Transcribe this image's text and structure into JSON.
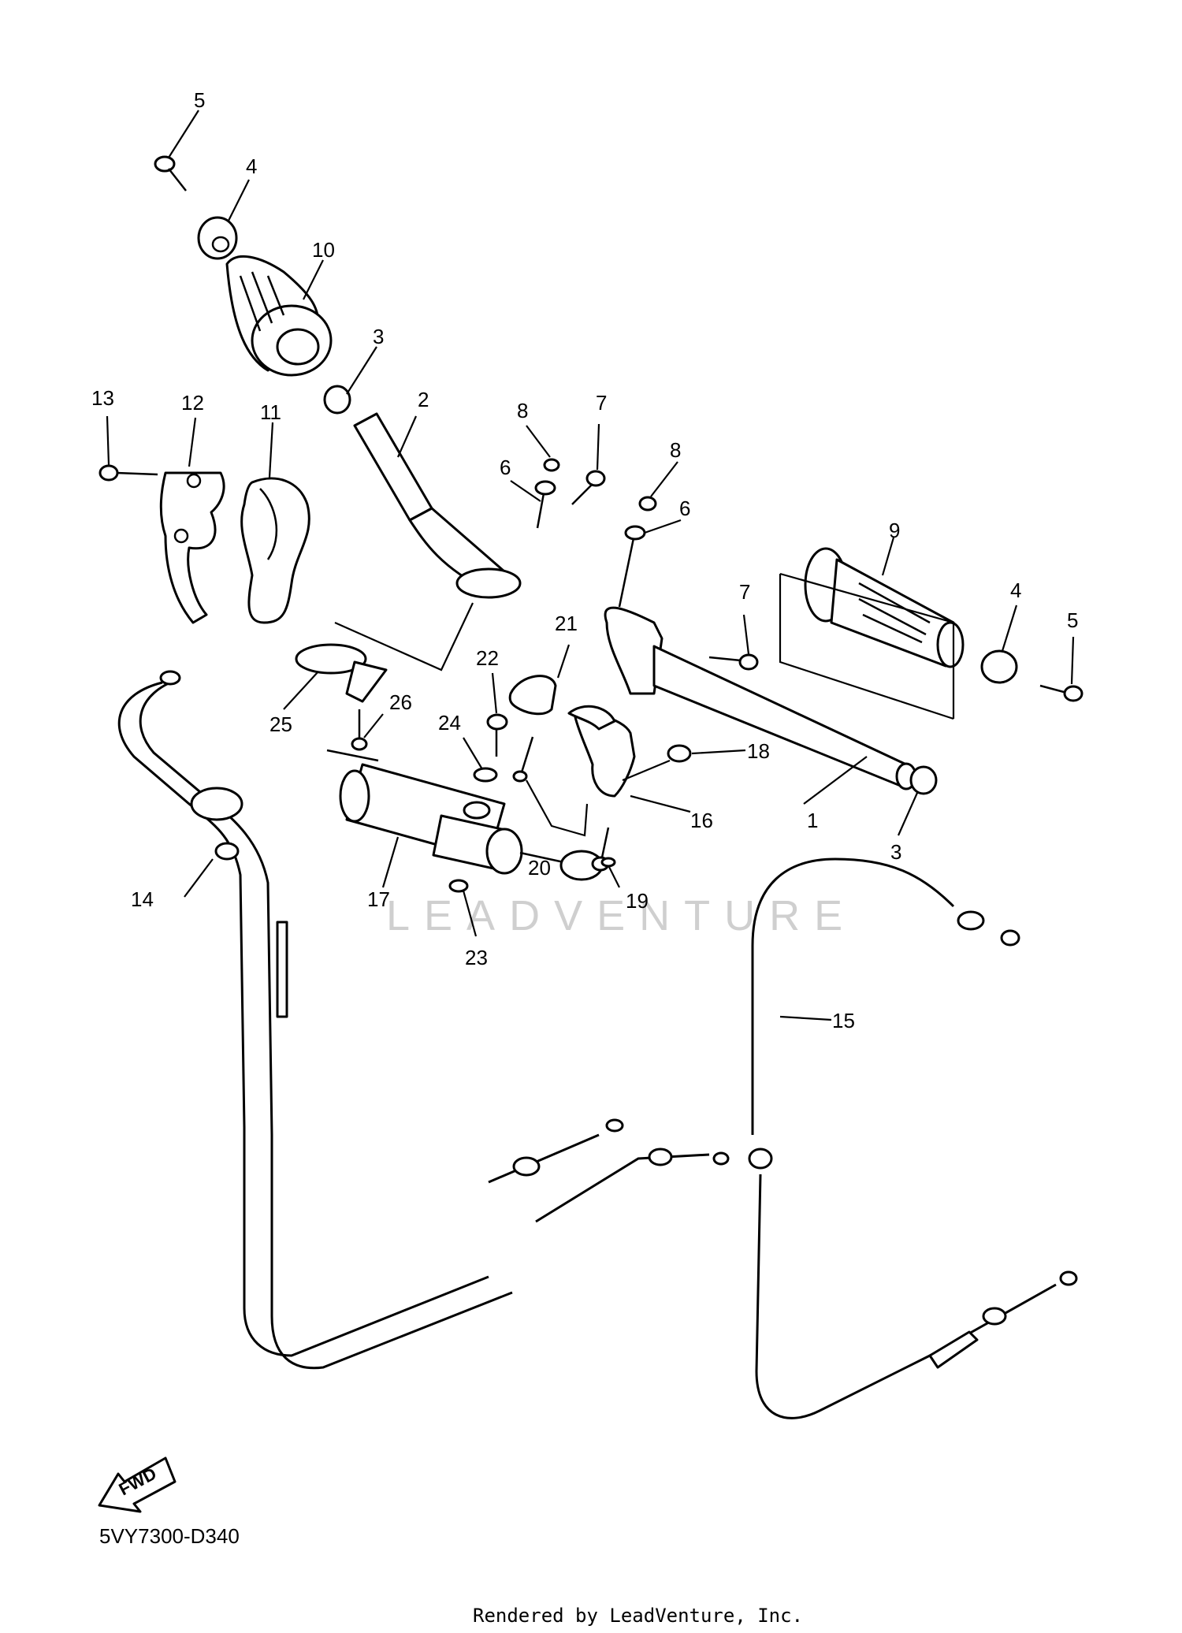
{
  "diagram": {
    "code": "5VY7300-D340",
    "watermark": "LEADVENTURE",
    "credit": "Rendered by LeadVenture, Inc.",
    "fwd_label": "FWD"
  },
  "callouts": [
    "1",
    "2",
    "3",
    "3",
    "4",
    "4",
    "5",
    "5",
    "6",
    "6",
    "7",
    "7",
    "8",
    "8",
    "9",
    "10",
    "11",
    "12",
    "13",
    "14",
    "15",
    "16",
    "17",
    "18",
    "19",
    "20",
    "21",
    "22",
    "23",
    "24",
    "25",
    "26"
  ]
}
